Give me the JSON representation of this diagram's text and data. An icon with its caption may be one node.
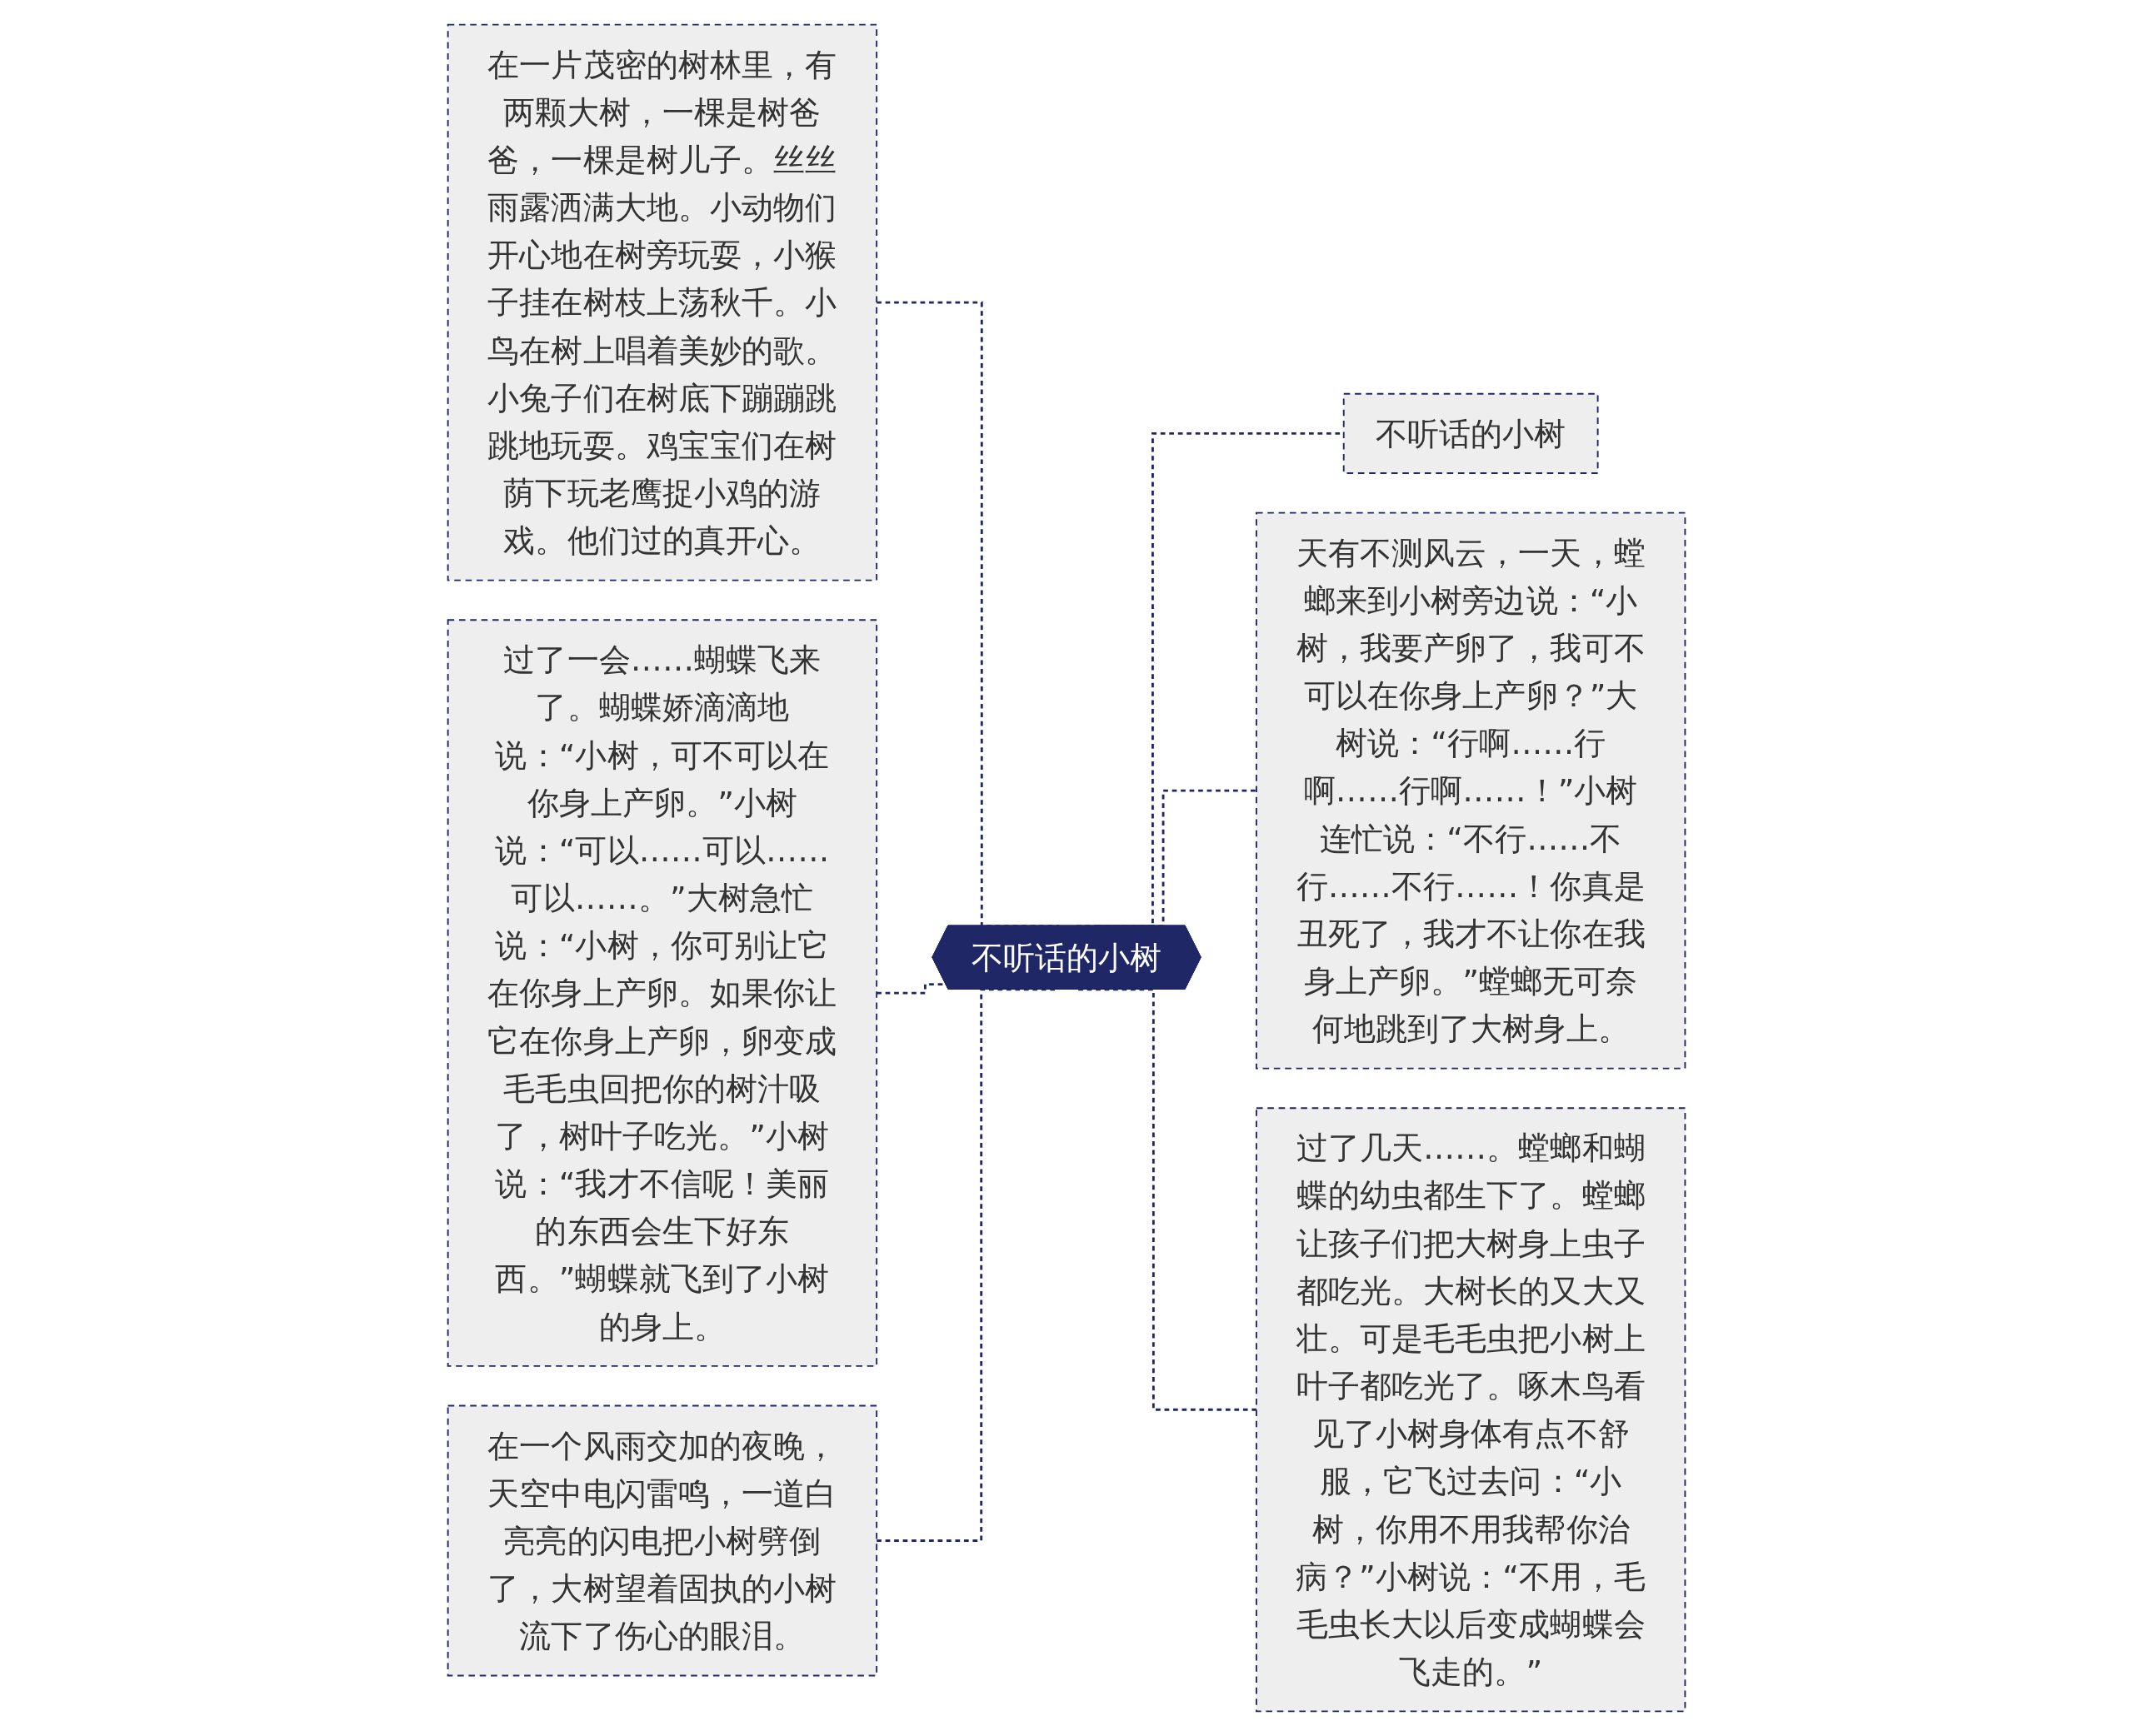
{
  "diagram": {
    "nodes": [
      {
        "text": [
          "不听话的小树"
        ]
      },
      {
        "text": [
          "在一片茂密的树林里，有两颗大树，一棵是树爸爸，一棵是树儿子。丝丝雨露洒满大地。小动物们开心地在树旁玩耍，小猴子挂在树枝上荡秋千。小鸟在树上唱着美妙的歌。小兔子们在树底下蹦蹦跳跳地玩耍。鸡宝宝们在树荫下玩老鹰捉小鸡的游戏。他们过的真开心。"
        ]
      },
      {
        "text": [
          "过了一会……蝴蝶飞来了。蝴蝶娇滴滴地说：“小树，可不可以在你身上产卵。”小树说：“可以……可以……可以……。”大树急忙说：“小树，你可别让它在你身上产卵。如果你让它在你身上产卵，卵变成毛毛虫回把你的树汁吸了，树叶子吃光。”小树说：“我才不信呢！美丽的东西会生下好东西。”蝴蝶就飞到了小树的身上。"
        ]
      },
      {
        "text": [
          "在一个风雨交加的夜晚，天空中电闪雷鸣，一道白亮亮的闪电把小树劈倒了，大树望着固执的小树流下了伤心的眼泪。"
        ]
      },
      {
        "text": [
          "不听话的小树"
        ]
      },
      {
        "text": [
          "天有不测风云，一天，螳螂来到小树旁边说：“小树，我要产卵了，我可不可以在你身上产卵？”大树说：“行啊……行啊……行啊……！”小树连忙说：“不行……不行……不行……！你真是丑死了，我才不让你在我身上产卵。”螳螂无可奈何地跳到了大树身上。"
        ]
      },
      {
        "text": [
          "过了几天……。螳螂和蝴蝶的幼虫都生下了。螳螂让孩子们把大树身上虫子都吃光。大树长的又大又壮。可是毛毛虫把小树上叶子都吃光了。啄木鸟看见了小树身体有点不舒服，它飞过去问：“小树，你用不用我帮你治病？”小树说：“不用，毛毛虫长大以后变成蝴蝶会飞走的。”"
        ]
      }
    ],
    "edges": [
      {
        "from": 0,
        "to": 1,
        "arrow": "none",
        "style": "dashed"
      },
      {
        "from": 0,
        "to": 2,
        "arrow": "none",
        "style": "dashed"
      },
      {
        "from": 0,
        "to": 3,
        "arrow": "none",
        "style": "dashed"
      },
      {
        "from": 0,
        "to": 4,
        "arrow": "none",
        "style": "dashed"
      },
      {
        "from": 0,
        "to": 5,
        "arrow": "none",
        "style": "dashed"
      },
      {
        "from": 0,
        "to": 6,
        "arrow": "none",
        "style": "dashed"
      }
    ]
  }
}
